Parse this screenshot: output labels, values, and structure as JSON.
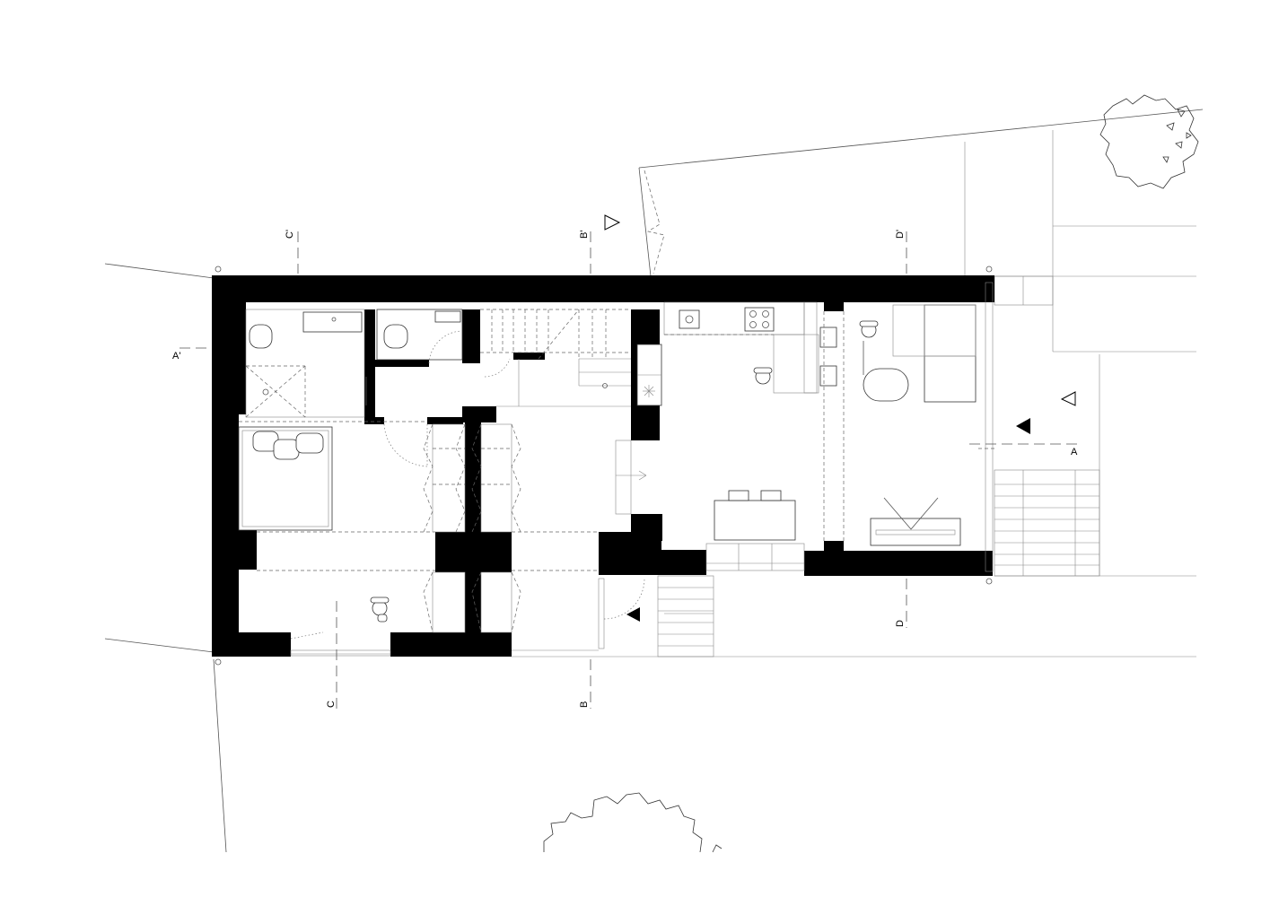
{
  "plan": {
    "section_markers": {
      "a_left": "A'",
      "a_right": "A",
      "b_top": "B'",
      "b_bottom": "B",
      "c_top": "C'",
      "c_bottom": "C",
      "d_top": "D'",
      "d_bottom": "D"
    },
    "colors": {
      "wall": "#000000",
      "line": "#555555",
      "background": "#ffffff"
    },
    "icons": [
      "entrance-arrow-icon",
      "north-arrow-icon",
      "person-icon",
      "tree-icon",
      "bed-icon",
      "stove-icon",
      "sink-icon",
      "toilet-icon"
    ]
  }
}
